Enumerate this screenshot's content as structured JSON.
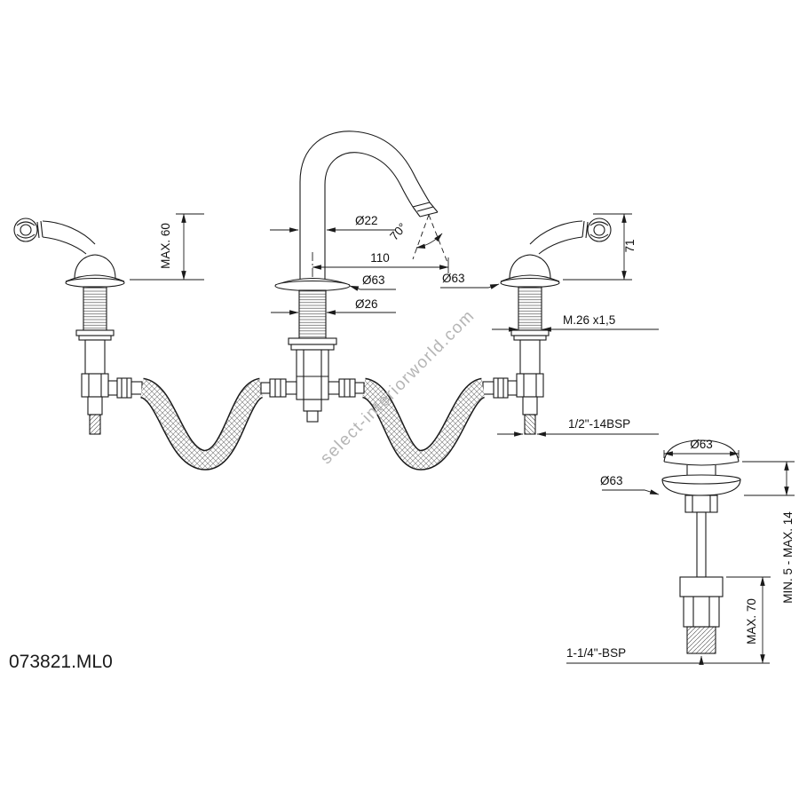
{
  "page": {
    "background": "#ffffff",
    "line_color": "#1a1a1a",
    "watermark_color": "#b5b5b5"
  },
  "drawing": {
    "product_code": "073821.ML0",
    "watermark": "select-interiorworld.com",
    "dims": {
      "deck_max": "MAX. 60",
      "spout_d": "Ø22",
      "spout_angle": "70°",
      "spout_reach": "110",
      "escutcheon_center_d": "Ø63",
      "escutcheon_side_d": "Ø63",
      "shank_d": "Ø26",
      "handle_h": "71",
      "valve_thread": "M.26 x1,5",
      "hose_thread": "1/2\"-14BSP",
      "waste_cap_d": "Ø63",
      "waste_flange_d": "Ø63",
      "waste_len": "MAX. 70",
      "waste_clamp": "MIN. 5 - MAX. 14",
      "waste_thread": "1-1/4\"-BSP"
    }
  }
}
